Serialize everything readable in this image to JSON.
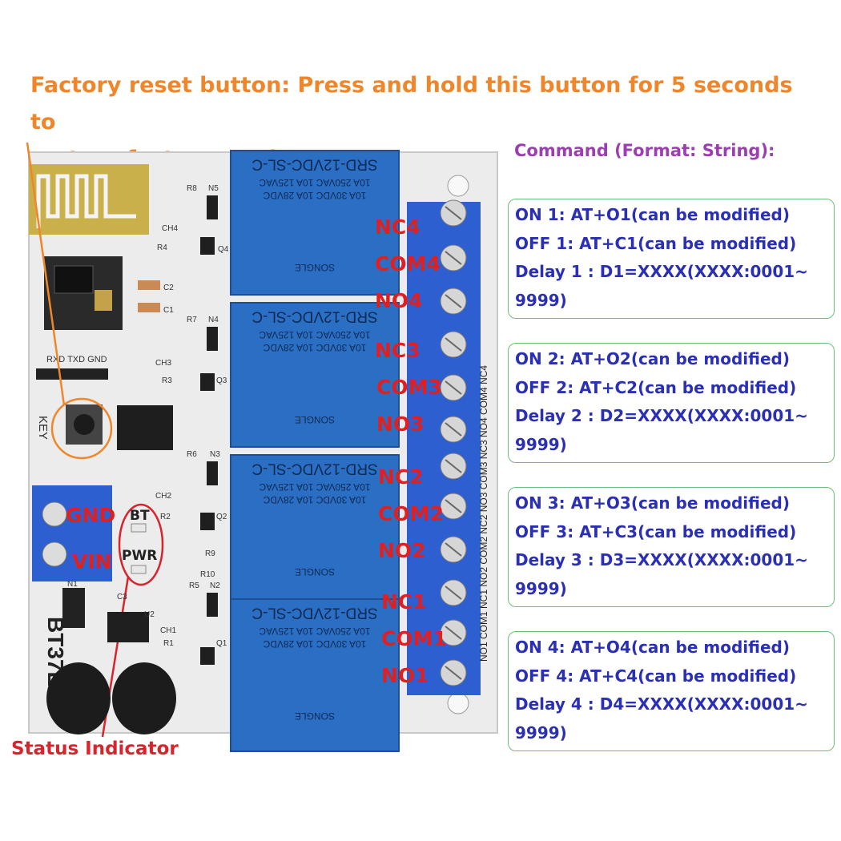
{
  "heading": {
    "line1": "Factory reset button: Press and hold this button for 5 seconds to",
    "line2": "restore factory settings."
  },
  "commands": {
    "title": "Command (Format: String):",
    "groups": [
      {
        "on": "ON  1: AT+O1(can be modified)",
        "off": "OFF 1: AT+C1(can be modified)",
        "delay": "Delay 1 : D1=XXXX(XXXX:0001~",
        "delay_cont": "9999)"
      },
      {
        "on": "ON  2: AT+O2(can be modified)",
        "off": "OFF 2: AT+C2(can be modified)",
        "delay": "Delay 2 : D2=XXXX(XXXX:0001~",
        "delay_cont": "9999)"
      },
      {
        "on": "ON  3: AT+O3(can be modified)",
        "off": "OFF 3: AT+C3(can be modified)",
        "delay": "Delay 3 : D3=XXXX(XXXX:0001~",
        "delay_cont": "9999)"
      },
      {
        "on": "ON  4: AT+O4(can be modified)",
        "off": "OFF 4: AT+C4(can be modified)",
        "delay": "Delay 4 : D4=XXXX(XXXX:0001~",
        "delay_cont": "9999)"
      }
    ]
  },
  "status_indicator": "Status Indicator",
  "terminal_labels": [
    "NC4",
    "COM4",
    "NO4",
    "NC3",
    "COM3",
    "NO3",
    "NC2",
    "COM2",
    "NO2",
    "NC1",
    "COM1",
    "NO1"
  ],
  "power_labels": {
    "gnd": "GND",
    "vin": "VIN"
  },
  "led_labels": {
    "bt": "BT",
    "pwr": "PWR"
  },
  "board": {
    "model": "BT37E04",
    "key_label": "KEY",
    "header_label": "RXD TXD GND",
    "relay_text": {
      "model": "SRD-12VDC-SL-C",
      "rating1": "10A 250VAC  10A 125VAC",
      "rating2": "10A 30VDC  10A 28VDC",
      "brand": "SONGLE"
    },
    "terminal_silk": [
      "NO1",
      "COM1",
      "NC1",
      "NO2",
      "COM2",
      "NC2",
      "NO3",
      "COM3",
      "NC3",
      "NO4",
      "COM4",
      "NC4"
    ],
    "component_labels": [
      "R8",
      "N5",
      "CH4",
      "R4",
      "Q4",
      "C2",
      "C1",
      "R7",
      "N4",
      "CH3",
      "R3",
      "Q3",
      "R6",
      "N3",
      "CH2",
      "R2",
      "Q2",
      "R9",
      "R10",
      "R5",
      "N2",
      "C3",
      "U2",
      "CH1",
      "R1",
      "Q1",
      "N1"
    ]
  },
  "colors": {
    "heading": "#f0862a",
    "command_title": "#9b3fb0",
    "command_text": "#2b2fb4",
    "command_border": "#6cc07a",
    "label_red": "#e02020",
    "relay_blue": "#2a6fc4",
    "terminal_blue": "#2d5fd0"
  }
}
